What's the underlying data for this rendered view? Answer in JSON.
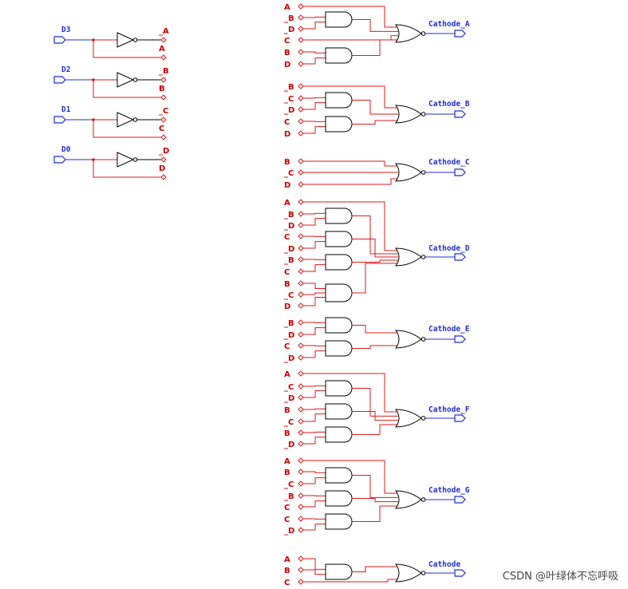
{
  "inverters": [
    {
      "input": "D3",
      "out_bar": "_A",
      "out_true": "A"
    },
    {
      "input": "D2",
      "out_bar": "_B",
      "out_true": "B"
    },
    {
      "input": "D1",
      "out_bar": "_C",
      "out_true": "C"
    },
    {
      "input": "D0",
      "out_bar": "_D",
      "out_true": "D"
    }
  ],
  "blocks": [
    {
      "output": "Cathode_A",
      "pins": [
        "A",
        "_B",
        "_D",
        "C",
        "B",
        "D"
      ]
    },
    {
      "output": "Cathode_B",
      "pins": [
        "_B",
        "_C",
        "_D",
        "C",
        "D"
      ]
    },
    {
      "output": "Cathode_C",
      "pins": [
        "B",
        "_C",
        "D"
      ]
    },
    {
      "output": "Cathode_D",
      "pins": [
        "A",
        "_B",
        "_D",
        "C",
        "_D",
        "_B",
        "C",
        "B",
        "_C",
        "D"
      ]
    },
    {
      "output": "Cathode_E",
      "pins": [
        "_B",
        "_D",
        "C",
        "_D"
      ]
    },
    {
      "output": "Cathode_F",
      "pins": [
        "A",
        "_C",
        "_D",
        "B",
        "_C",
        "B",
        "_D"
      ]
    },
    {
      "output": "Cathode_G",
      "pins": [
        "A",
        "B",
        "_C",
        "_B",
        "C",
        "C",
        "_D"
      ]
    },
    {
      "output": "Cathode",
      "pins": [
        "A",
        "B",
        "C"
      ]
    }
  ],
  "watermark": "CSDN @叶绿体不忘呼吸"
}
